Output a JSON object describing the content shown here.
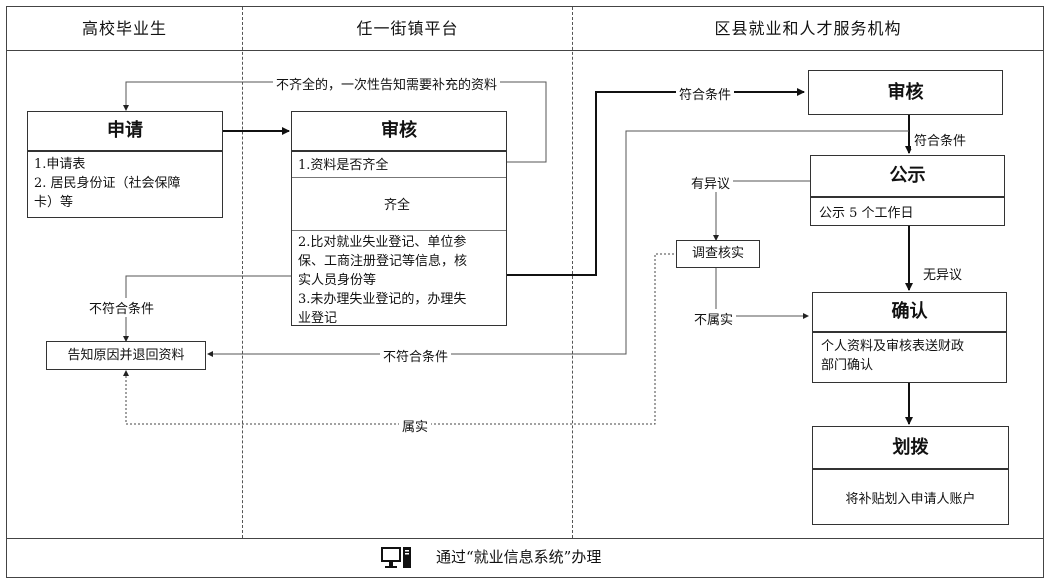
{
  "lanes": [
    "高校毕业生",
    "任一街镇平台",
    "区县就业和人才服务机构"
  ],
  "nodes": {
    "apply": {
      "title": "申请",
      "lines": [
        "1.申请表",
        "2. 居民身份证（社会保障",
        "卡）等"
      ]
    },
    "street_review": {
      "title": "审核",
      "check": "1.资料是否齐全",
      "complete_label": "齐全",
      "lines": [
        "2.比对就业失业登记、单位参",
        "保、工商注册登记等信息，核",
        "实人员身份等",
        "3.未办理失业登记的，办理失",
        "业登记"
      ]
    },
    "notify_return": {
      "label": "告知原因并退回资料"
    },
    "district_review": {
      "title": "审核"
    },
    "publicity": {
      "title": "公示",
      "body": "公示 5 个工作日"
    },
    "investigate": {
      "label": "调查核实"
    },
    "confirm": {
      "title": "确认",
      "lines": [
        "个人资料及审核表送财政",
        "部门确认"
      ]
    },
    "allocate": {
      "title": "划拨",
      "body": "将补贴划入申请人账户"
    }
  },
  "edge_labels": {
    "incomplete": "不齐全的，一次性告知需要补充的资料",
    "qualified_1": "符合条件",
    "qualified_2": "符合条件",
    "objection": "有异议",
    "no_objection": "无异议",
    "not_true": "不属实",
    "unqualified_left": "不符合条件",
    "unqualified_mid": "不符合条件",
    "is_true": "属实"
  },
  "footer": {
    "icon": "computer-icon",
    "text": "通过“就业信息系统”办理"
  }
}
